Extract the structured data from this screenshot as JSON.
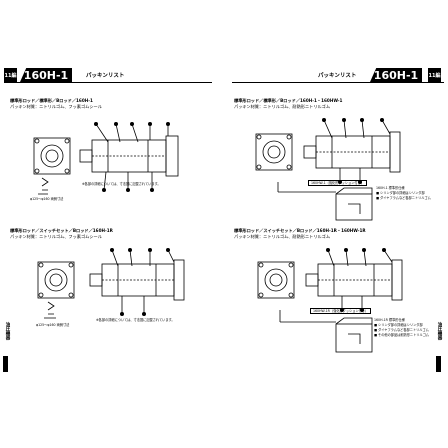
{
  "left_page": {
    "side_tab": "11編",
    "title": "160H-1",
    "list_label": "パッキンリスト",
    "sections": [
      {
        "title": "標準形ロッド／標準形／Bロッド／160H-1",
        "subtitle": "パッキン材質：ニトリルゴム、フッ素ゴムシール",
        "range_note": "φ125〜φ160 両側寸法",
        "notes": [
          "※各部の詳細については、寸法図に記載されています。"
        ]
      },
      {
        "title": "標準形ロッド／スイッチセット／Bロッド／160H-1R",
        "subtitle": "パッキン材質：ニトリルゴム、フッ素ゴムシール",
        "range_note": "φ125〜φ160 両側寸法",
        "notes": [
          "※各部の詳細については、寸法図に記載されています。"
        ]
      }
    ],
    "spine_label": "油圧機器"
  },
  "right_page": {
    "side_tab": "11編",
    "title": "160H-1",
    "list_label": "パッキンリスト",
    "sections": [
      {
        "title": "標準形ロッド／標準形／Bロッド／160H-1・160HW-1",
        "subtitle": "パッキン材質：ニトリルゴム、耐熱形ニトリルゴム",
        "callout": "160HW-1（強化形クッション付き）",
        "notes": [
          "160H-1 標準形仕様",
          "■ シリンダ部の詳細はシリンダ部",
          "■ ダイヤフラムなど各部ニトリルゴム"
        ]
      },
      {
        "title": "標準形ロッド／スイッチセット／Bロッド／160H-1R・160HW-1R",
        "subtitle": "パッキン材質：ニトリルゴム、耐熱形ニトリルゴム",
        "callout": "160HW-1R（強化形クッション付き）",
        "notes": [
          "160H-1R 標準形仕様",
          "■ シリンダ部の詳細はシリンダ部",
          "■ ダイヤフラムなど各部ニトリルゴム",
          "■ その他の部品は耐熱形ニトリルゴム"
        ]
      }
    ],
    "spine_label": "油圧機器"
  },
  "colors": {
    "ink": "#000000",
    "paper": "#ffffff",
    "gray": "#777777"
  }
}
